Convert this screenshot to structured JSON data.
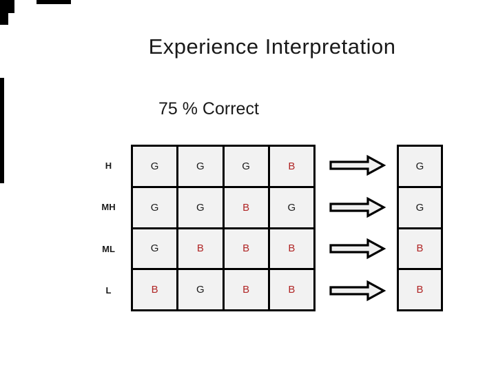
{
  "slide": {
    "title": "Experience Interpretation",
    "subtitle": "75 % Correct"
  },
  "matrix": {
    "row_labels": [
      "H",
      "MH",
      "ML",
      "L"
    ],
    "rows": [
      [
        "G",
        "G",
        "G",
        "B"
      ],
      [
        "G",
        "G",
        "B",
        "G"
      ],
      [
        "G",
        "B",
        "B",
        "B"
      ],
      [
        "B",
        "G",
        "B",
        "B"
      ]
    ],
    "result_column": [
      "G",
      "G",
      "B",
      "B"
    ]
  },
  "icons": {
    "arrow": "right-block-arrow-icon"
  },
  "colors": {
    "g_letter": "#1a1a1a",
    "b_letter": "#b02525",
    "cell_fill": "#f2f2f2",
    "grid_border": "#000000",
    "arrow_fill": "#f0f0f0",
    "background": "#ffffff"
  }
}
